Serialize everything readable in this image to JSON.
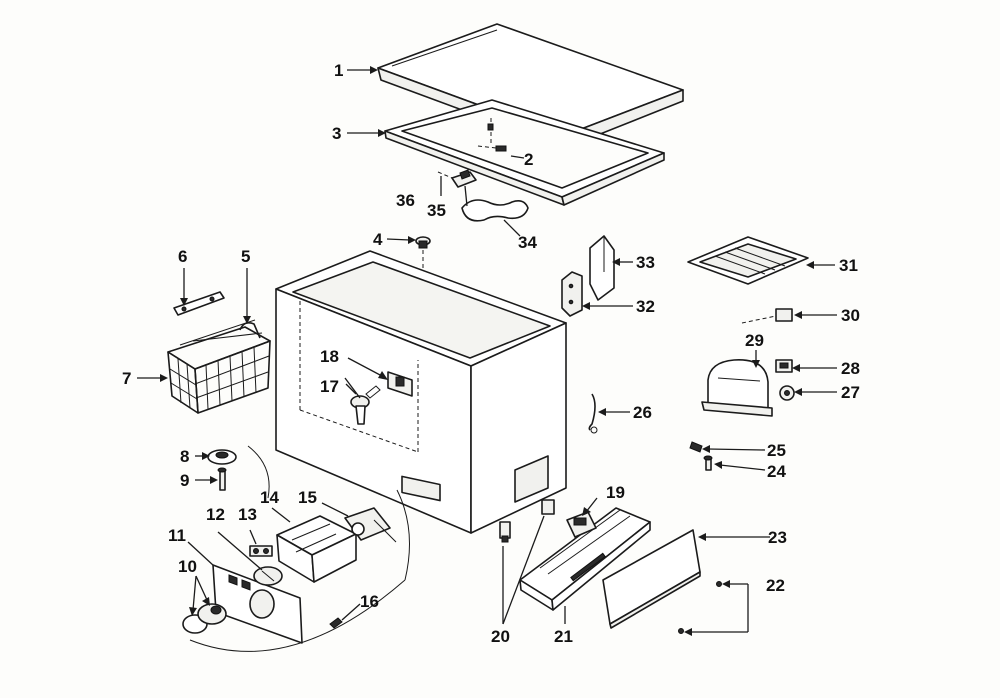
{
  "diagram": {
    "callouts": [
      {
        "id": "c1",
        "text": "1"
      },
      {
        "id": "c2",
        "text": "2"
      },
      {
        "id": "c3",
        "text": "3"
      },
      {
        "id": "c4",
        "text": "4"
      },
      {
        "id": "c5",
        "text": "5"
      },
      {
        "id": "c6",
        "text": "6"
      },
      {
        "id": "c7",
        "text": "7"
      },
      {
        "id": "c8",
        "text": "8"
      },
      {
        "id": "c9",
        "text": "9"
      },
      {
        "id": "c10",
        "text": "10"
      },
      {
        "id": "c11",
        "text": "11"
      },
      {
        "id": "c12",
        "text": "12"
      },
      {
        "id": "c13",
        "text": "13"
      },
      {
        "id": "c14",
        "text": "14"
      },
      {
        "id": "c15",
        "text": "15"
      },
      {
        "id": "c16",
        "text": "16"
      },
      {
        "id": "c17",
        "text": "17"
      },
      {
        "id": "c18",
        "text": "18"
      },
      {
        "id": "c19",
        "text": "19"
      },
      {
        "id": "c20",
        "text": "20"
      },
      {
        "id": "c21",
        "text": "21"
      },
      {
        "id": "c22",
        "text": "22"
      },
      {
        "id": "c23",
        "text": "23"
      },
      {
        "id": "c24",
        "text": "24"
      },
      {
        "id": "c25",
        "text": "25"
      },
      {
        "id": "c26",
        "text": "26"
      },
      {
        "id": "c27",
        "text": "27"
      },
      {
        "id": "c28",
        "text": "28"
      },
      {
        "id": "c29",
        "text": "29"
      },
      {
        "id": "c30",
        "text": "30"
      },
      {
        "id": "c31",
        "text": "31"
      },
      {
        "id": "c32",
        "text": "32"
      },
      {
        "id": "c33",
        "text": "33"
      },
      {
        "id": "c34",
        "text": "34"
      },
      {
        "id": "c35",
        "text": "35"
      },
      {
        "id": "c36",
        "text": "36"
      }
    ]
  }
}
